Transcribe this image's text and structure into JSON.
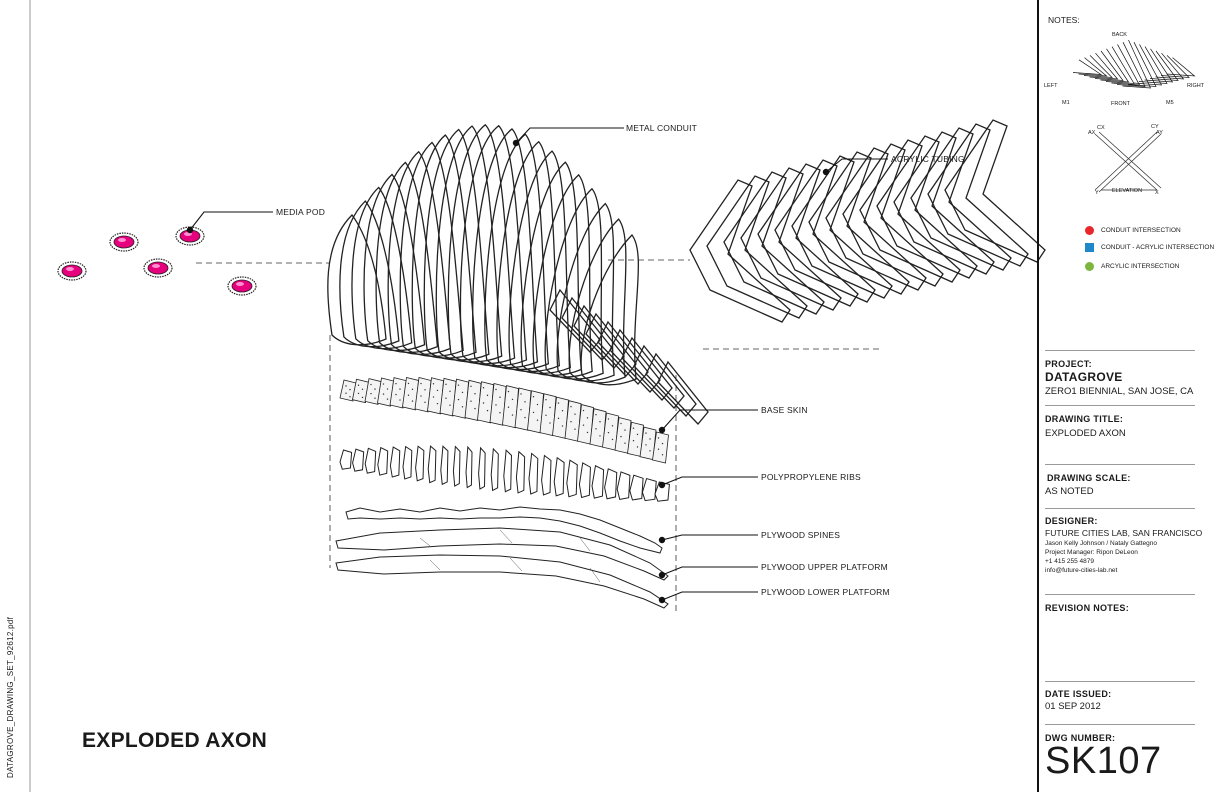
{
  "side_filename": "DATAGROVE_DRAWING_SET_92612.pdf",
  "sheet_title": "EXPLODED AXON",
  "callouts": {
    "metal_conduit": "METAL CONDUIT",
    "acrylic_tubing": "ACRYLIC TUBING",
    "media_pod": "MEDIA POD",
    "base_skin": "BASE SKIN",
    "polypropylene_ribs": "POLYPROPYLENE RIBS",
    "plywood_spines": "PLYWOOD SPINES",
    "plywood_upper_platform": "PLYWOOD UPPER PLATFORM",
    "plywood_lower_platform": "PLYWOOD LOWER PLATFORM"
  },
  "notes": {
    "heading": "NOTES:",
    "key_plan": {
      "back": "BACK",
      "left": "LEFT",
      "right": "RIGHT",
      "front": "FRONT",
      "m1": "M1",
      "m5": "M5"
    },
    "elevation": {
      "cx": "CX",
      "ax": "AX",
      "cy": "CY",
      "ay": "AY",
      "label": "ELEVATION",
      "y": "Y",
      "x": "X"
    },
    "legend": [
      {
        "label": "CONDUIT INTERSECTION",
        "color": "#e8262c"
      },
      {
        "label": "CONDUIT - ACRYLIC INTERSECTION",
        "color": "#1e88c8"
      },
      {
        "label": "ARCYLIC INTERSECTION",
        "color": "#7cb63f"
      }
    ]
  },
  "title_block": {
    "project_label": "PROJECT:",
    "project_name": "DATAGROVE",
    "project_location": "ZERO1 BIENNIAL, SAN JOSE, CA",
    "drawing_title_label": "DRAWING TITLE:",
    "drawing_title": "EXPLODED AXON",
    "drawing_scale_label": "DRAWING SCALE:",
    "drawing_scale": "AS NOTED",
    "designer_label": "DESIGNER:",
    "designer_firm": "FUTURE CITIES LAB, SAN FRANCISCO",
    "designer_names": "Jason Kelly Johnson / Nataly Gattegno",
    "project_manager": "Project Manager: Ripon DeLeon",
    "phone": "+1 415 255 4879",
    "email": "info@future-cities-lab.net",
    "revision_label": "REVISION NOTES:",
    "date_label": "DATE ISSUED:",
    "date": "01 SEP 2012",
    "dwg_number_label": "DWG NUMBER:",
    "dwg_number": "SK107"
  },
  "colors": {
    "pod_magenta": "#e6007e",
    "line": "#1a1a1a"
  }
}
